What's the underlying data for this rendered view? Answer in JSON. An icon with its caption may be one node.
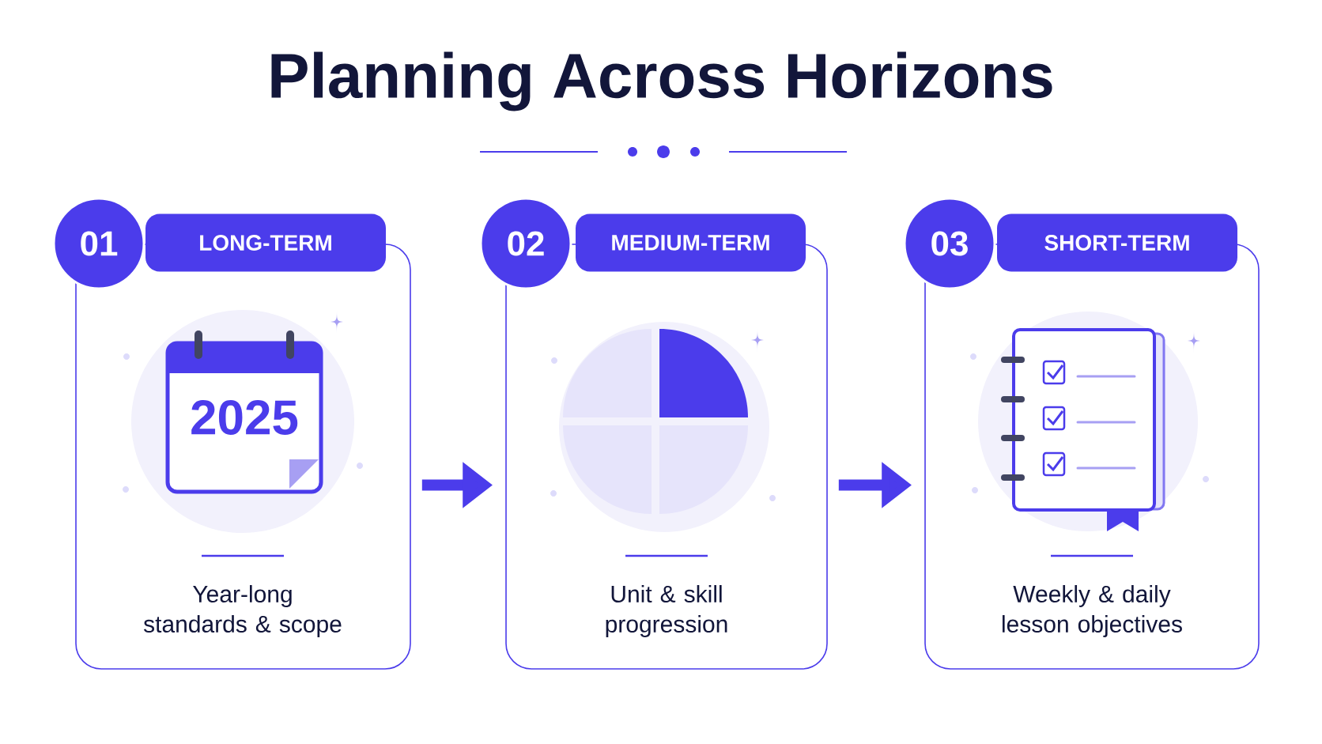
{
  "diagram": {
    "title": "Planning Across Horizons",
    "nodes": [
      {
        "text": [
          "01"
        ]
      },
      {
        "text": [
          "LONG-TERM"
        ]
      },
      {
        "text": [
          "Year-long standards & scope"
        ]
      },
      {
        "text": [
          "2025"
        ],
        "in": 2
      },
      {
        "text": [
          "02"
        ]
      },
      {
        "text": [
          "MEDIUM-TERM"
        ]
      },
      {
        "text": [
          "Unit & skill progression"
        ]
      },
      {
        "text": [
          "03"
        ]
      },
      {
        "text": [
          "SHORT-TERM"
        ]
      },
      {
        "text": [
          "Weekly & daily lesson objectives"
        ]
      }
    ],
    "edges": [
      {
        "from": 2,
        "to": 6,
        "arrow": "to"
      },
      {
        "from": 6,
        "to": 9,
        "arrow": "to"
      }
    ]
  }
}
